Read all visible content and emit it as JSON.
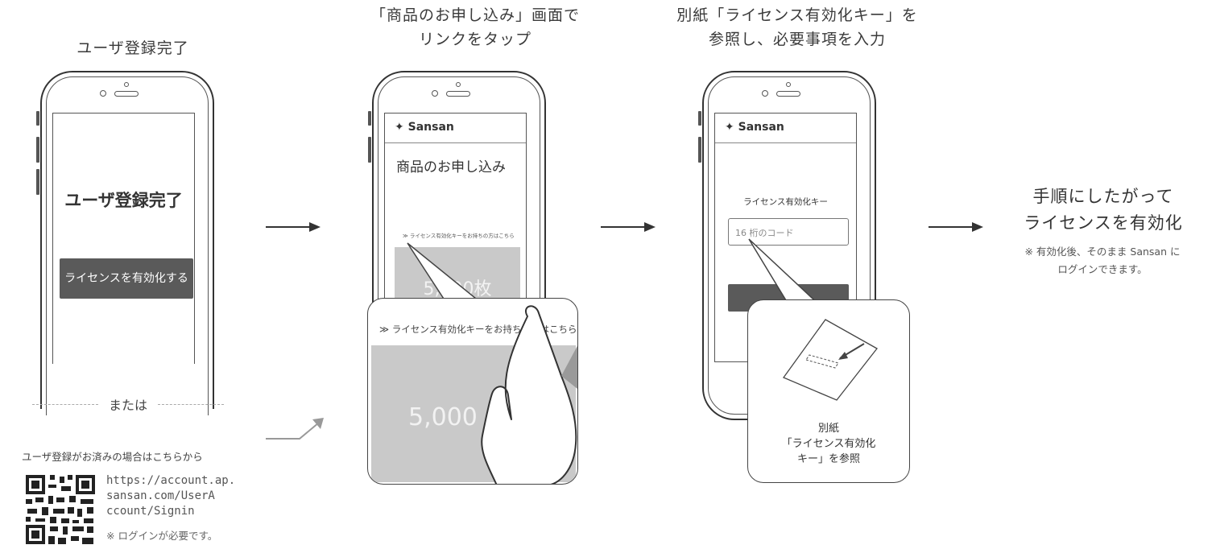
{
  "steps": [
    {
      "title_lines": [
        "ユーザ登録完了"
      ]
    },
    {
      "title_lines": [
        "「商品のお申し込み」画面で",
        "リンクをタップ"
      ]
    },
    {
      "title_lines": [
        "別紙「ライセンス有効化キー」を",
        "参照し、必要事項を入力"
      ]
    }
  ],
  "phone1": {
    "heading": "ユーザ登録完了",
    "button_label": "ライセンスを有効化する"
  },
  "alt": {
    "or_label": "または",
    "registered_label": "ユーザ登録がお済みの場合はこちらから",
    "url_lines": [
      "https://account.ap.",
      "sansan.com/UserA",
      "ccount/Signin"
    ],
    "login_note": "※ ログインが必要です。"
  },
  "phone2": {
    "logo": "Sansan",
    "page_title": "商品のお申し込み",
    "link_text": "≫ ライセンス有効化キーをお持ちの方はこちら",
    "card_text": "5,000枚",
    "zoom_link_text": "≫ ライセンス有効化キーをお持ちの方はこちら",
    "zoom_card_text": "5,000"
  },
  "phone3": {
    "logo": "Sansan",
    "field_label": "ライセンス有効化キー",
    "input_placeholder": "16 桁のコード",
    "bubble_lines": [
      "別紙",
      "「ライセンス有効化",
      "キー」を参照"
    ]
  },
  "final": {
    "title_lines": [
      "手順にしたがって",
      "ライセンスを有効化"
    ],
    "note_lines": [
      "※ 有効化後、そのまま Sansan に",
      "ログインできます。"
    ]
  },
  "icons": {
    "arrow": "right-arrow-icon",
    "hand": "tap-hand-icon",
    "qr": "qr-code-icon",
    "paper": "document-icon",
    "logo": "sansan-logo-icon"
  }
}
